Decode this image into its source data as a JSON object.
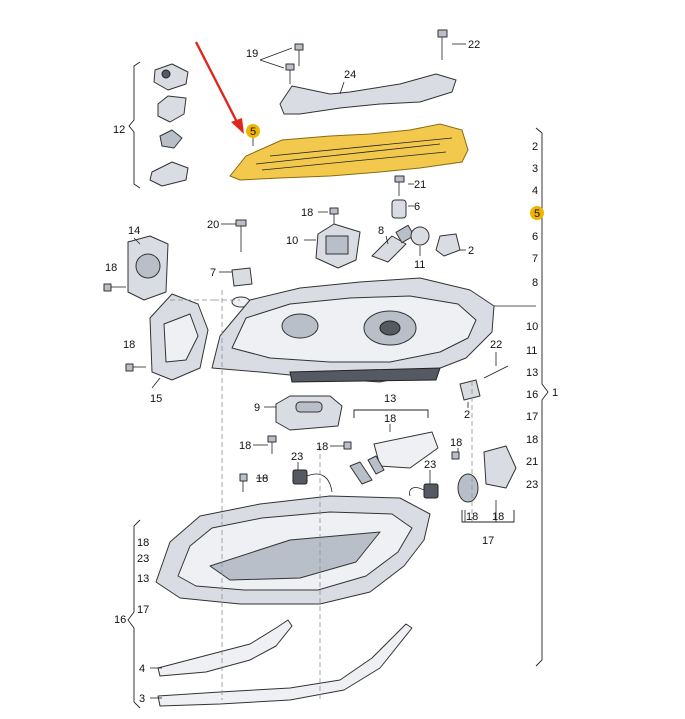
{
  "colors": {
    "highlight_part": "#f2c94c",
    "highlight_badge": "#f0b400",
    "arrow": "#e0261c"
  },
  "callouts": {
    "c1": "1",
    "c2a": "2",
    "c2b": "2",
    "c2c": "2",
    "c3a": "3",
    "c3b": "3",
    "c4a": "4",
    "c4b": "4",
    "c5a": "5",
    "c5b": "5",
    "c6a": "6",
    "c6b": "6",
    "c7a": "7",
    "c7b": "7",
    "c8a": "8",
    "c8b": "8",
    "c9": "9",
    "c10a": "10",
    "c10b": "10",
    "c11a": "11",
    "c11b": "11",
    "c12": "12",
    "c13a": "13",
    "c13b": "13",
    "c13c": "13",
    "c14": "14",
    "c15": "15",
    "c16a": "16",
    "c16b": "16",
    "c17a": "17",
    "c17b": "17",
    "c17c": "17",
    "c18a": "18",
    "c18b": "18",
    "c18c": "18",
    "c18d": "18",
    "c18e": "18",
    "c18f": "18",
    "c18g": "18",
    "c18h": "18",
    "c18i": "18",
    "c18j": "18",
    "c18k": "18",
    "c18l": "18",
    "c19": "19",
    "c20": "20",
    "c21a": "21",
    "c21b": "21",
    "c22a": "22",
    "c22b": "22",
    "c23a": "23",
    "c23b": "23",
    "c23c": "23",
    "c23d": "23",
    "c24": "24"
  }
}
